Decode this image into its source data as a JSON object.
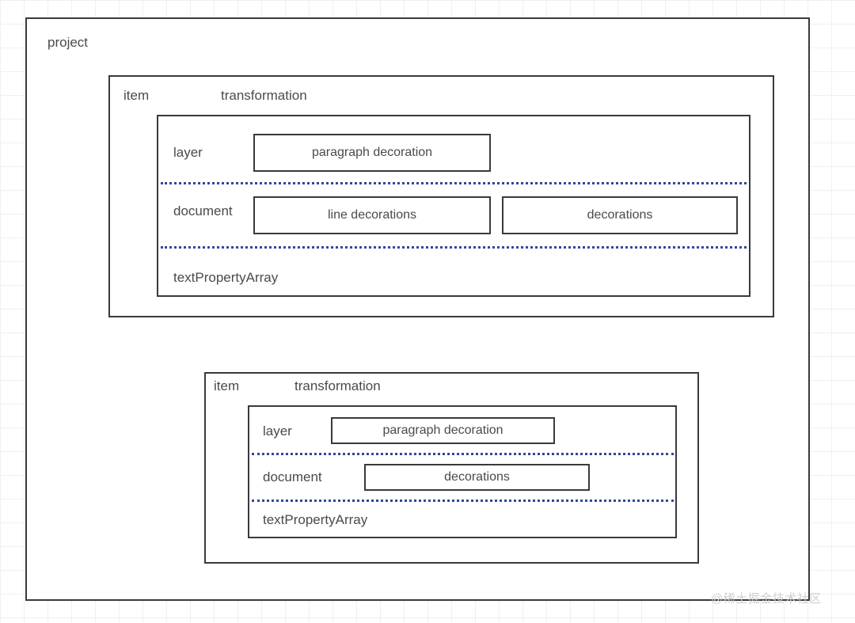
{
  "diagram": {
    "title": "project",
    "accent_dotted_color": "#31479b",
    "stroke_color": "#3a3a3a",
    "background_grid_color": "#f0f0f0",
    "outer": {
      "label": "project"
    },
    "blocks": [
      {
        "item_label": "item",
        "transformation_label": "transformation",
        "rows": [
          {
            "row_label": "layer",
            "chips": [
              "paragraph decoration"
            ]
          },
          {
            "row_label": "document",
            "chips": [
              "line decorations",
              "decorations"
            ]
          },
          {
            "row_label": "textPropertyArray",
            "chips": []
          }
        ]
      },
      {
        "item_label": "item",
        "transformation_label": "transformation",
        "rows": [
          {
            "row_label": "layer",
            "chips": [
              "paragraph decoration"
            ]
          },
          {
            "row_label": "document",
            "chips": [
              "decorations"
            ]
          },
          {
            "row_label": "textPropertyArray",
            "chips": []
          }
        ]
      }
    ],
    "watermark": "@稀土掘金技术社区"
  }
}
